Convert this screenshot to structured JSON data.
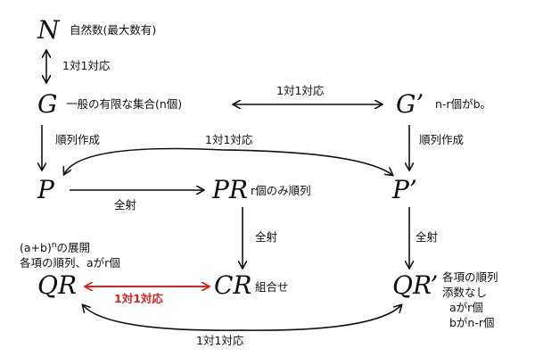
{
  "nodes": {
    "N": "N",
    "G": "G",
    "G2": "G’",
    "P": "P",
    "PR": "PR",
    "P2": "P’",
    "QR": "QR",
    "CR": "CR",
    "QR2": "QR’"
  },
  "labels": {
    "N_desc": "自然数(最大数有)",
    "N_G": "1対1対応",
    "G_desc": "一般の有限な集合(n個)",
    "G_G2": "1対1対応",
    "G2_desc": "n-r個がb。",
    "G_P": "順列作成",
    "G2_P2": "順列作成",
    "P_P2": "1対1対応",
    "P_PR": "全射",
    "PR_desc": "r個のみ順列",
    "PR_CR": "全射",
    "P2_QR2": "全射",
    "QR_desc_1": "(a+b)",
    "QR_desc_1_sup": "n",
    "QR_desc_1_tail": "の展開",
    "QR_desc_2": "各項の順列、aがr個",
    "QR_CR": "1対1対応",
    "CR_desc": "組合せ",
    "QR2_desc_1": "各項の順列",
    "QR2_desc_2": "添数なし",
    "QR2_desc_3": "aがr個",
    "QR2_desc_4": "bがn-r個",
    "QR_QR2": "1対1対応"
  },
  "colors": {
    "ink": "#111111",
    "highlight": "#e02020"
  }
}
